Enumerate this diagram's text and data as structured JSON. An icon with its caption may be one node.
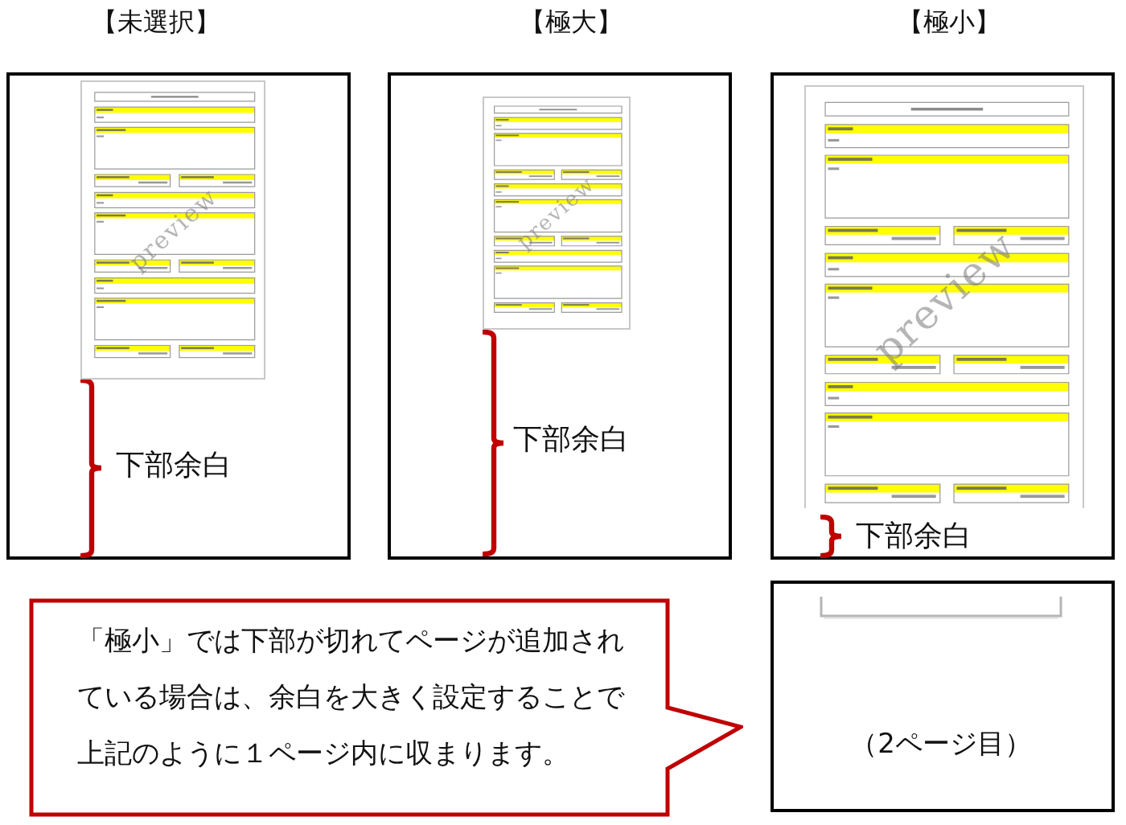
{
  "diagram": {
    "nodes": [
      {
        "text": [
          "【未選択】",
          "下部余白"
        ]
      },
      {
        "text": [
          "preview"
        ],
        "in": 0
      },
      {
        "text": [
          "【極大】",
          "下部余白"
        ]
      },
      {
        "text": [
          "preview"
        ],
        "in": 2
      },
      {
        "text": [
          "【極小】",
          "下部余白"
        ]
      },
      {
        "text": [
          "preview"
        ],
        "in": 4
      },
      {
        "text": [
          "（2ページ目）"
        ]
      },
      {
        "text": [
          "「極小」では下部が切れてページが追加されている場合は、余白を大きく設定することで上記のように１ページ内に収まります。"
        ]
      }
    ]
  }
}
